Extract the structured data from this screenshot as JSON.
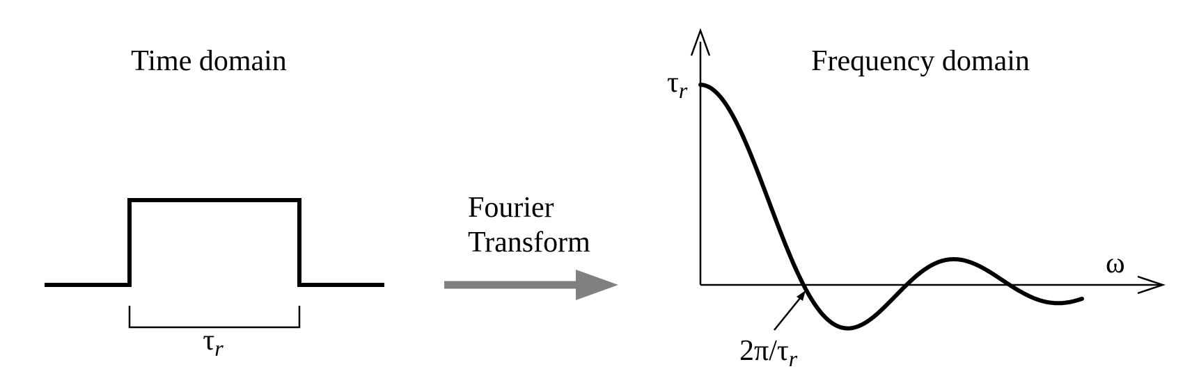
{
  "time_panel": {
    "title": "Time domain",
    "width_symbol": "τ",
    "width_subscript": "r"
  },
  "transform": {
    "line1": "Fourier",
    "line2": "Transform"
  },
  "freq_panel": {
    "title": "Frequency domain",
    "peak_symbol": "τ",
    "peak_subscript": "r",
    "axis_symbol": "ω",
    "zero_label_prefix": "2π/τ",
    "zero_label_subscript": "r"
  },
  "colors": {
    "ink": "#000000",
    "transform_arrow": "#808080"
  }
}
